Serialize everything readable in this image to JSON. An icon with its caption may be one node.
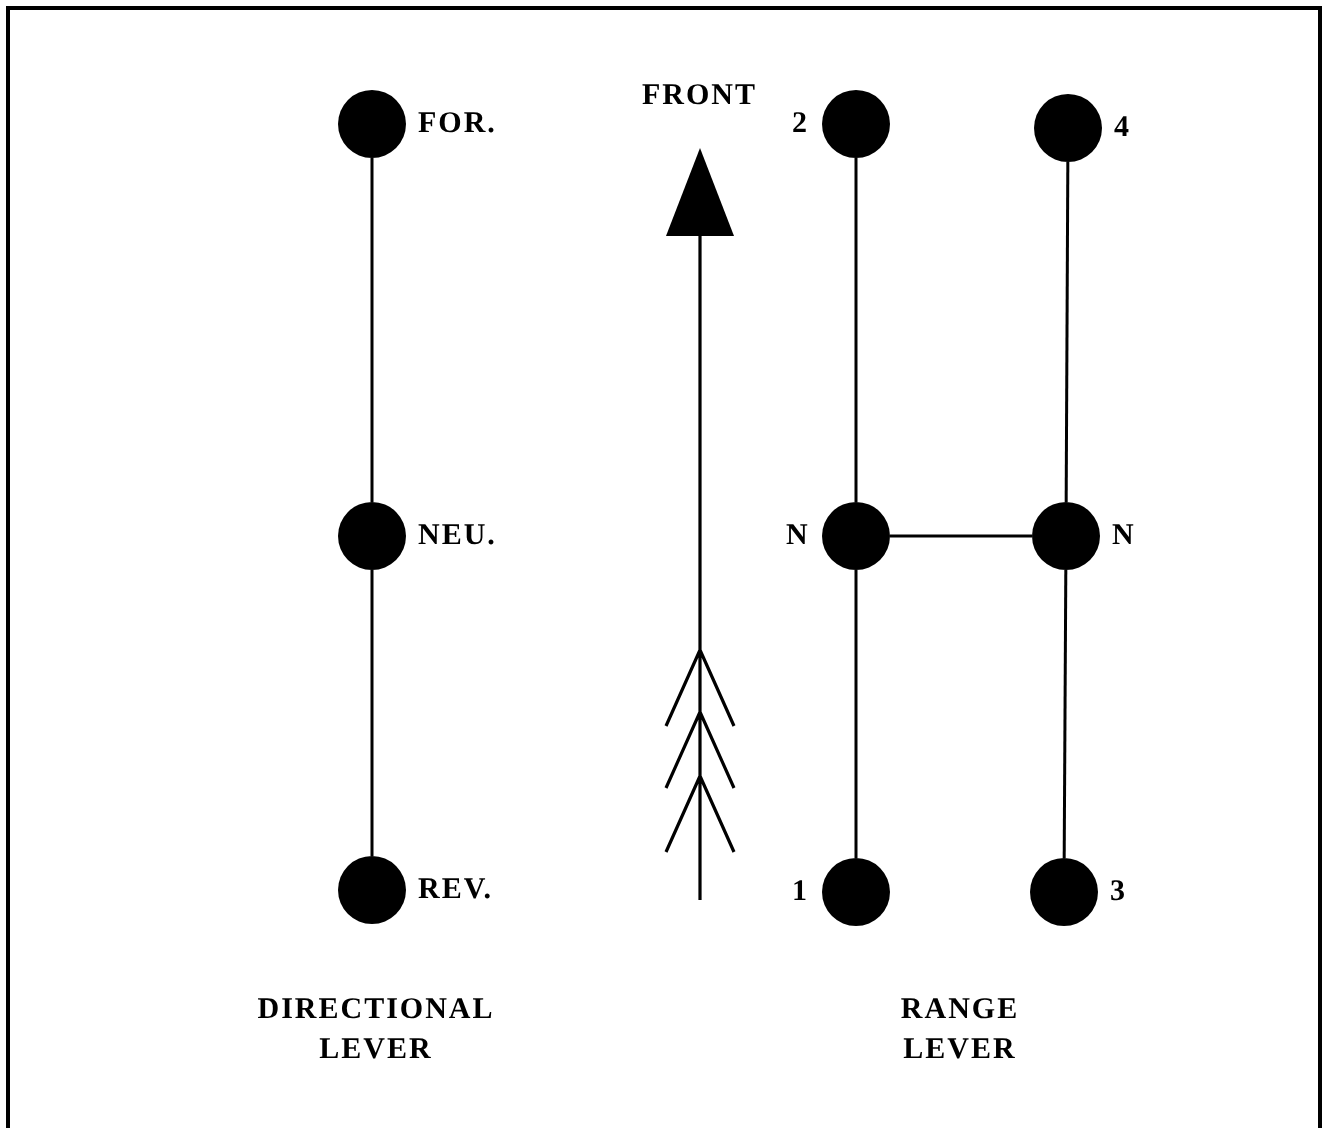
{
  "diagram": {
    "nodes": [
      {
        "text": [],
        "shape": "circle",
        "beside": [
          "FOR."
        ]
      },
      {
        "text": [],
        "shape": "circle",
        "beside": [
          "2"
        ]
      },
      {
        "text": [],
        "shape": "circle",
        "beside": [
          "4"
        ]
      },
      {
        "text": [],
        "shape": "circle",
        "beside": [
          "NEU."
        ]
      },
      {
        "text": [],
        "shape": "circle",
        "beside": [
          "N"
        ]
      },
      {
        "text": [],
        "shape": "circle",
        "beside": [
          "N"
        ]
      },
      {
        "text": [],
        "shape": "circle",
        "beside": [
          "REV."
        ]
      },
      {
        "text": [],
        "shape": "circle",
        "beside": [
          "1"
        ]
      },
      {
        "text": [],
        "shape": "circle",
        "beside": [
          "3"
        ]
      }
    ],
    "edges": [
      {
        "from": 0,
        "to": 3,
        "arrow": "none"
      },
      {
        "from": 3,
        "to": 6,
        "arrow": "none"
      },
      {
        "from": 1,
        "to": 4,
        "arrow": "none"
      },
      {
        "from": 4,
        "to": 7,
        "arrow": "none"
      },
      {
        "from": 2,
        "to": 5,
        "arrow": "none"
      },
      {
        "from": 5,
        "to": 8,
        "arrow": "none"
      },
      {
        "from": 4,
        "to": 5,
        "arrow": "none"
      }
    ],
    "labels": [
      "FRONT",
      "DIRECTIONAL LEVER",
      "RANGE LEVER"
    ]
  }
}
